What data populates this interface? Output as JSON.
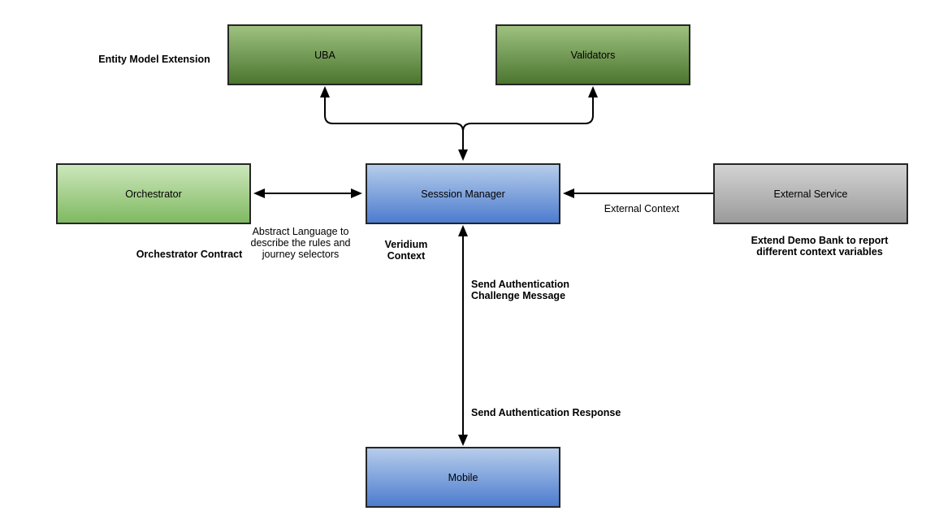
{
  "nodes": {
    "uba": {
      "label": "UBA"
    },
    "validators": {
      "label": "Validators"
    },
    "orchestrator": {
      "label": "Orchestrator"
    },
    "session_manager": {
      "label": "Sesssion Manager"
    },
    "external_service": {
      "label": "External Service"
    },
    "mobile": {
      "label": "Mobile"
    }
  },
  "annotations": {
    "entity_model_extension": "Entity Model Extension",
    "orchestrator_contract": "Orchestrator Contract",
    "abstract_language": "Abstract Language to describe the rules and journey selectors",
    "veridium_context": "Veridium Context",
    "external_context": "External Context",
    "extend_demo_bank": "Extend Demo Bank to report different context variables",
    "send_auth_challenge": "Send Authentication Challenge Message",
    "send_auth_response": "Send Authentication Response"
  },
  "colors": {
    "canvas_bg": "#ffffff",
    "text": "#000000",
    "border": "#262626",
    "arrow": "#000000",
    "green_dark_top": "#9ec180",
    "green_dark_bottom": "#4b762f",
    "green_light_top": "#cde7bc",
    "green_light_bottom": "#7fb961",
    "blue_top": "#b6cdeb",
    "blue_bottom": "#4d7cce",
    "gray_top": "#d3d3d3",
    "gray_bottom": "#9a9a9a"
  }
}
